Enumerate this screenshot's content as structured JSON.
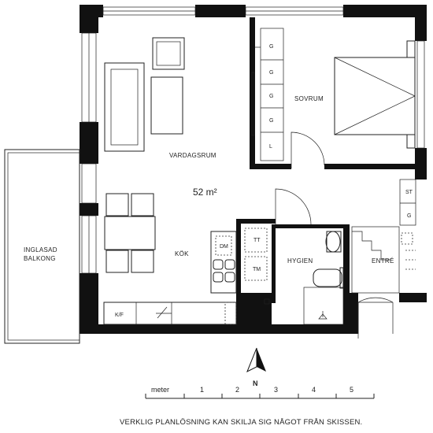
{
  "floorplan": {
    "area": "52 m²",
    "rooms": {
      "living": "VARDAGSRUM",
      "bedroom": "SOVRUM",
      "kitchen": "KÖK",
      "bathroom": "HYGIEN",
      "entrance": "ENTRÉ",
      "balcony_line1": "INGLASAD",
      "balcony_line2": "BALKONG"
    },
    "wardrobe_labels": [
      "G",
      "G",
      "G",
      "G",
      "L"
    ],
    "hall_labels": [
      "ST",
      "G"
    ],
    "appliances": {
      "dishwasher": "DM",
      "dryer": "TT",
      "washer": "TM",
      "fridge": "K/F"
    }
  },
  "compass": {
    "north": "N"
  },
  "scale": {
    "unit_label": "meter",
    "ticks": [
      "1",
      "2",
      "3",
      "4",
      "5"
    ]
  },
  "disclaimer": "VERKLIG PLANLÖSNING KAN SKILJA SIG NÅGOT FRÅN SKISSEN."
}
